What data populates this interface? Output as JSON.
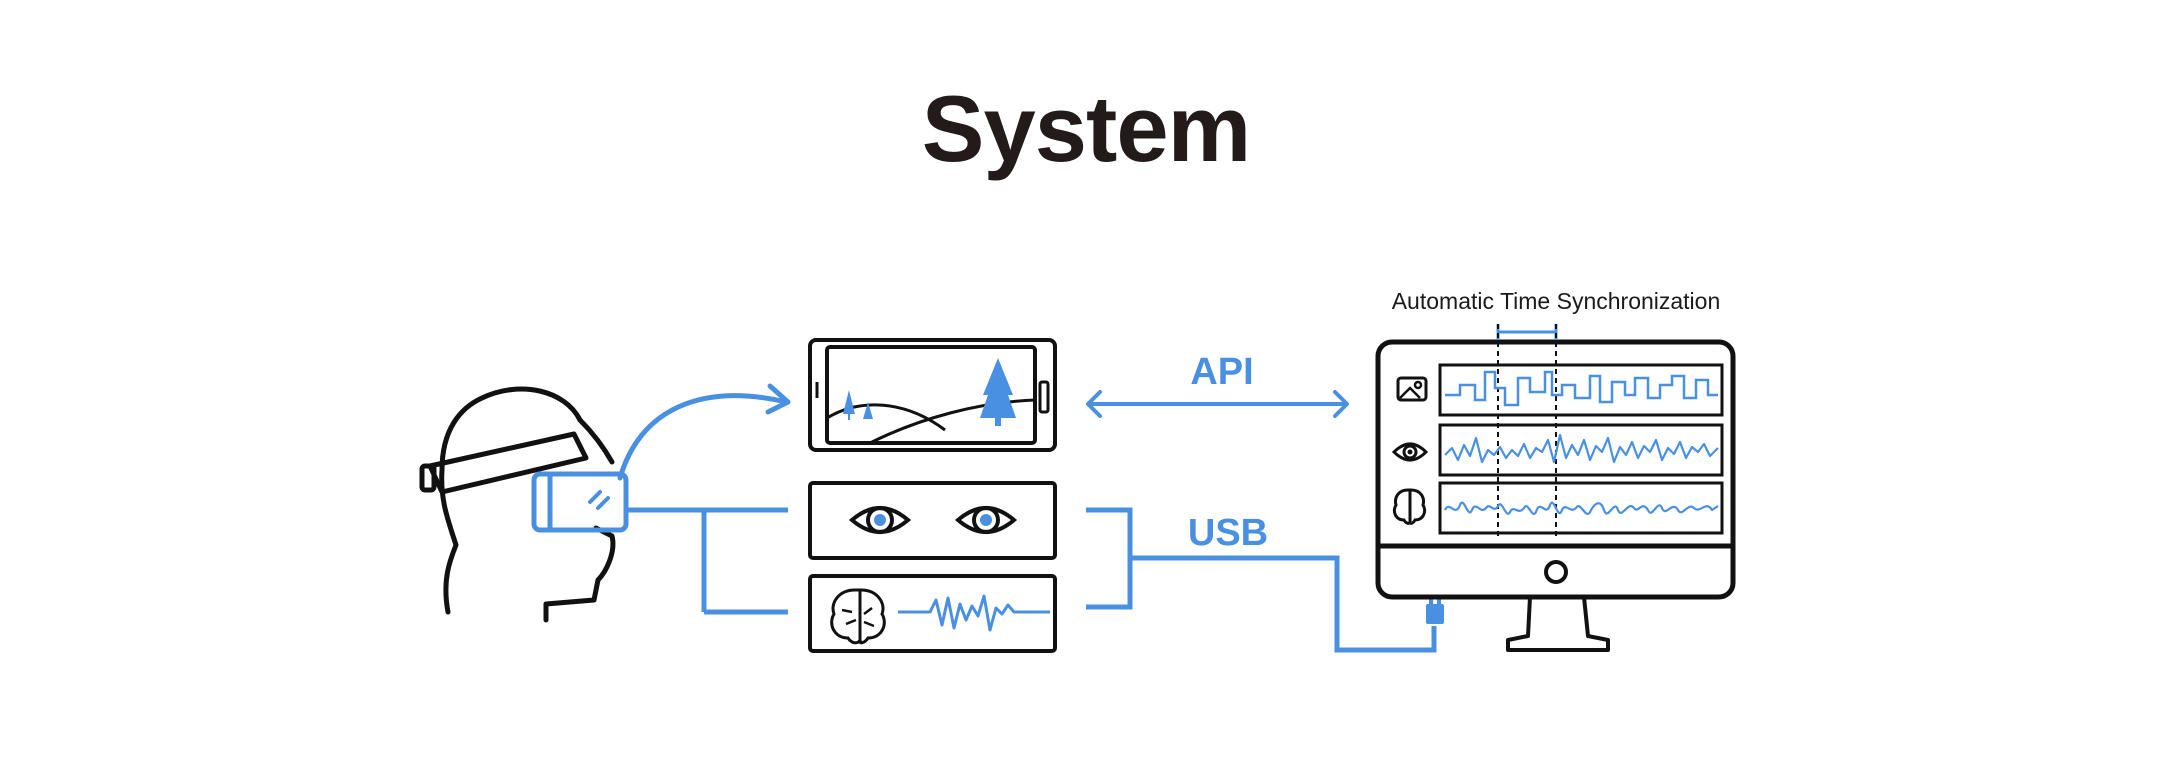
{
  "title": "System",
  "labels": {
    "api": "API",
    "usb": "USB",
    "sync": "Automatic Time Synchronization"
  },
  "icons": [
    "vr-headset-user-icon",
    "tablet-landscape-icon",
    "eye-tracking-icon",
    "eeg-brain-icon",
    "image-icon",
    "eye-icon",
    "brain-icon",
    "usb-plug-icon",
    "desktop-monitor-icon"
  ],
  "colors": {
    "accent": "#4a90e2",
    "ink": "#111111",
    "title": "#231b1a"
  }
}
